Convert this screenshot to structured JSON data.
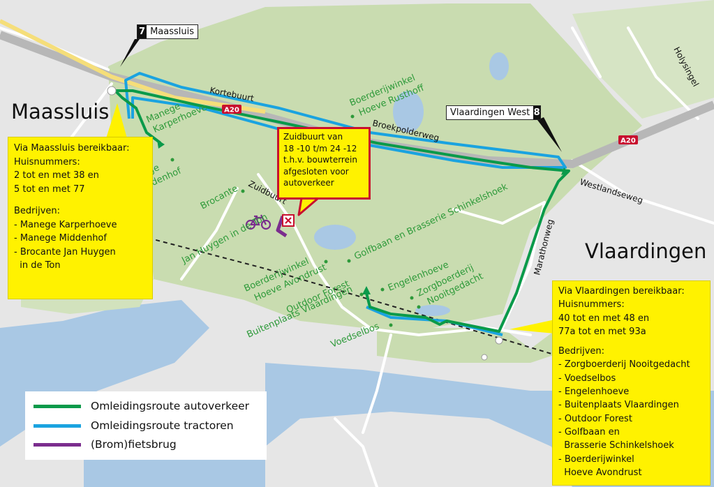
{
  "cities": {
    "maassluis": "Maassluis",
    "vlaardingen": "Vlaardingen"
  },
  "exits": {
    "maassluis": {
      "number": "7",
      "name": "Maassluis"
    },
    "vlaardingen_west": {
      "number": "8",
      "name": "Vlaardingen West"
    }
  },
  "highway": {
    "label": "A20"
  },
  "streets": {
    "kortebuurt": "Kortebuurt",
    "broekpolderweg": "Broekpolderweg",
    "zuidbuurt": "Zuidbuurt",
    "westlandseweg": "Westlandseweg",
    "marathonweg": "Marathonweg",
    "holysingel": "Holysingel"
  },
  "places": {
    "manege_karperhoeve": [
      "Manege",
      "Karperhoeve"
    ],
    "manege_middenhof": [
      "Manege",
      "Middenhof"
    ],
    "brocante": [
      "Brocante",
      "Jan Huygen in de Ton"
    ],
    "boerderijwinkel_rusthoff": [
      "Boerderijwinkel",
      "Hoeve Rusthoff"
    ],
    "golfbaan": "Golfbaan en Brasserie Schinkelshoek",
    "boerderijwinkel_avondrust": [
      "Boerderijwinkel",
      "Hoeve Avondrust"
    ],
    "buitenplaats": [
      "Buitenplaats Vlaardingen",
      "Outdoor Forest"
    ],
    "engelenhoeve": "Engelenhoeve",
    "zorgboerderij": [
      "Zorgboerderij",
      "Nooitgedacht"
    ],
    "voedselbos": "Voedselbos"
  },
  "notice": [
    "Zuidbuurt van",
    "18 -10 t/m 24 -12",
    "t.h.v. bouwterrein",
    "afgesloten voor",
    "autoverkeer"
  ],
  "info_maassluis": {
    "header": [
      "Via Maassluis bereikbaar:",
      "Huisnummers:",
      "2 tot en met 38 en",
      "5 tot en met 77"
    ],
    "companies_title": "Bedrijven:",
    "companies": [
      "- Manege Karperhoeve",
      "- Manege Middenhof",
      "- Brocante Jan Huygen",
      "  in de Ton"
    ]
  },
  "info_vlaardingen": {
    "header": [
      "Via Vlaardingen bereikbaar:",
      "Huisnummers:",
      "40 tot en met 48 en",
      "77a tot en met 93a"
    ],
    "companies_title": "Bedrijven:",
    "companies": [
      "- Zorgboerderij Nooitgedacht",
      "- Voedselbos",
      "- Engelenhoeve",
      "- Buitenplaats Vlaardingen",
      "- Outdoor Forest",
      "- Golfbaan en",
      "  Brasserie Schinkelshoek",
      "- Boerderijwinkel",
      "  Hoeve Avondrust"
    ]
  },
  "legend": [
    {
      "label": "Omleidingsroute autoverkeer",
      "color": "#0a9a4a"
    },
    {
      "label": "Omleidingsroute tractoren",
      "color": "#1aa3e0"
    },
    {
      "label": "(Brom)fietsbrug",
      "color": "#7b2d8e"
    }
  ],
  "colors": {
    "green_route": "#0a9a4a",
    "blue_route": "#1aa3e0",
    "bike_bridge": "#7b2d8e",
    "notice_border": "#c8102e",
    "info_box": "#fff200",
    "park": "#c9dcb0",
    "water": "#a9c8e4"
  },
  "icons": [
    "bicycle-icon",
    "closed-road-icon",
    "direction-arrow-icon"
  ]
}
